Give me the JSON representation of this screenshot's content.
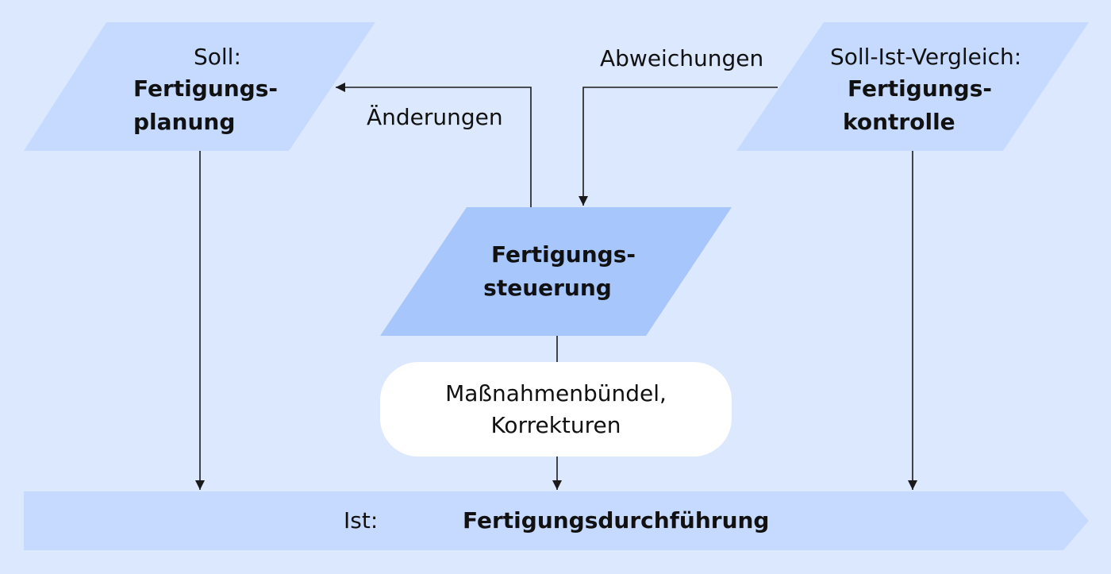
{
  "colors": {
    "background": "#dce8fd",
    "box_light": "#c6daff",
    "box_medium": "#a7c6fc",
    "box_white": "#ffffff",
    "line": "#1a1a1a"
  },
  "planning": {
    "prefix": "Soll:",
    "line1": "Fertigungs-",
    "line2": "planung"
  },
  "control": {
    "prefix": "Soll-Ist-Vergleich:",
    "line1": "Fertigungs-",
    "line2": "kontrolle"
  },
  "steering": {
    "line1": "Fertigungs-",
    "line2": "steuerung"
  },
  "measures": {
    "line1": "Maßnahmenbündel,",
    "line2": "Korrekturen"
  },
  "execution": {
    "prefix": "Ist:",
    "label": "Fertigungsdurchführung"
  },
  "edges": {
    "changes": "Änderungen",
    "deviations": "Abweichungen"
  }
}
